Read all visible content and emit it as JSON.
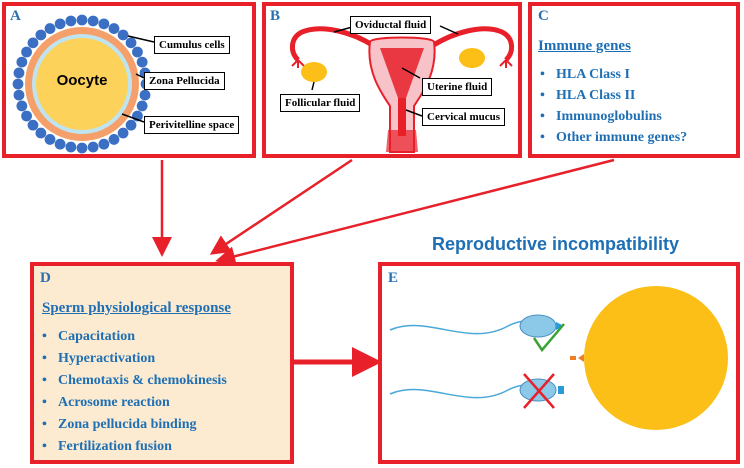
{
  "colors": {
    "frame": "#e8202a",
    "text_blue": "#1f6fb5",
    "oocyte_yellow": "#fdd25a",
    "cumulus_blue": "#3b6fc3",
    "zona_orange": "#f5a06a",
    "egg_orange": "#fbbf17",
    "panel_d_bg": "#fcebd0"
  },
  "panel_a": {
    "label": "A",
    "oocyte": "Oocyte",
    "callouts": [
      "Cumulus cells",
      "Zona Pellucida",
      "Perivitelline space"
    ]
  },
  "panel_b": {
    "label": "B",
    "callouts": [
      "Oviductal fluid",
      "Uterine fluid",
      "Follicular fluid",
      "Cervical mucus"
    ]
  },
  "panel_c": {
    "label": "C",
    "heading": "Immune genes",
    "items": [
      "HLA Class I",
      "HLA Class II",
      "Immunoglobulins",
      "Other immune genes?"
    ]
  },
  "panel_d": {
    "label": "D",
    "heading": "Sperm physiological response",
    "items": [
      "Capacitation",
      "Hyperactivation",
      "Chemotaxis & chemokinesis",
      "Acrosome reaction",
      "Zona pellucida binding",
      "Fertilization fusion"
    ]
  },
  "panel_e": {
    "label": "E",
    "title": "Reproductive incompatibility",
    "icons": [
      "accepted-sperm-checkmark-icon",
      "rejected-sperm-cross-icon"
    ]
  },
  "bullet_glyph": "•"
}
